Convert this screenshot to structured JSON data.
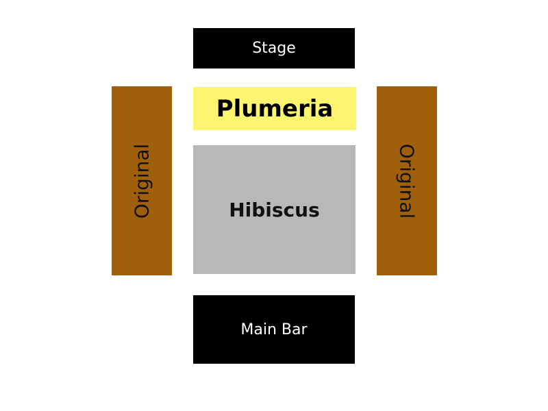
{
  "zones": {
    "stage": {
      "label": "Stage",
      "color": "#000000"
    },
    "plumeria": {
      "label": "Plumeria",
      "color": "#fdf570"
    },
    "hibiscus": {
      "label": "Hibiscus",
      "color": "#b8b8b8"
    },
    "main_bar": {
      "label": "Main Bar",
      "color": "#000000"
    },
    "original_left": {
      "label": "Original",
      "color": "#a05f0a"
    },
    "original_right": {
      "label": "Original",
      "color": "#a05f0a"
    }
  }
}
